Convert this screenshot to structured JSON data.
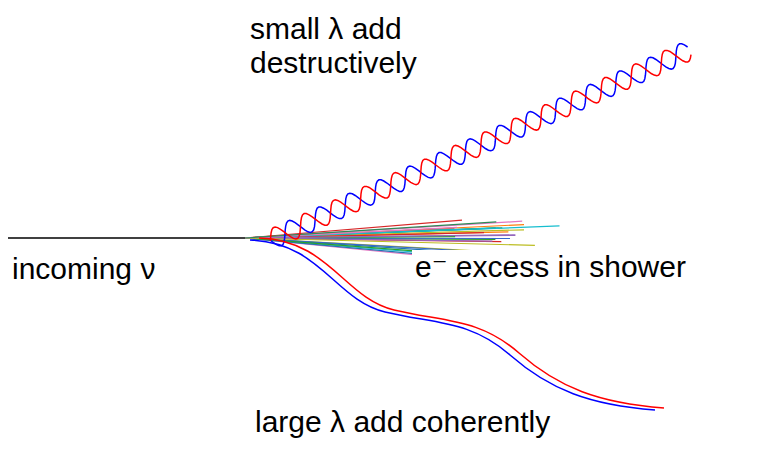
{
  "diagram": {
    "labels": [
      "small λ add destructively",
      "incoming ν",
      "e⁻ excess in shower",
      "large λ add coherently"
    ]
  }
}
